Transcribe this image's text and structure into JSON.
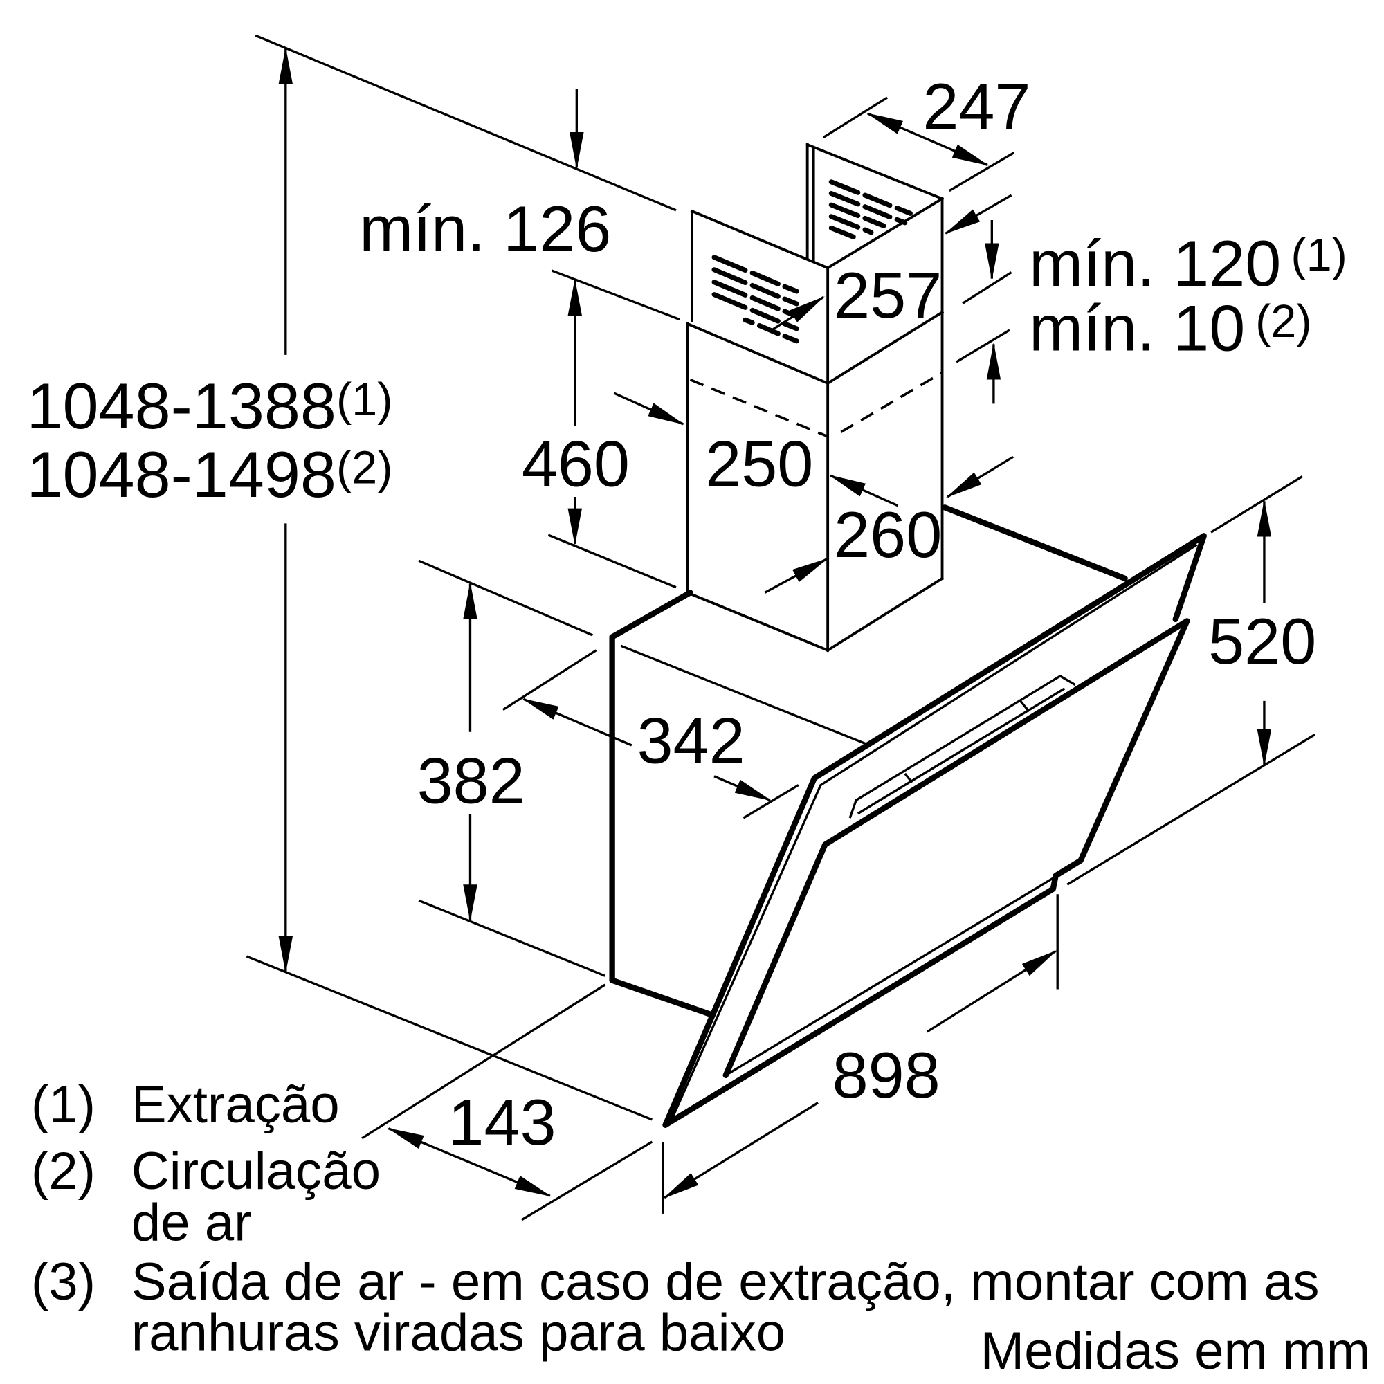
{
  "labels": {
    "dim_247": "247",
    "min_126": "mín. 126",
    "dim_257": "257",
    "min_120": "mín. 120",
    "min_120_ref": "(1)",
    "min_10": "mín. 10",
    "min_10_ref": "(2)",
    "height_extraction": "1048-1388",
    "height_extraction_ref": "(1)",
    "height_recirculation": "1048-1498",
    "height_recirculation_ref": "(2)",
    "dim_460": "460",
    "dim_250": "250",
    "dim_260": "260",
    "dim_520": "520",
    "dim_342": "342",
    "dim_382": "382",
    "dim_898": "898",
    "dim_143": "143"
  },
  "legend": [
    {
      "marker": "(1)",
      "lines": [
        "Extração"
      ]
    },
    {
      "marker": "(2)",
      "lines": [
        "Circulação",
        "de ar"
      ]
    },
    {
      "marker": "(3)",
      "lines": [
        "Saída de ar - em caso de extração, montar com as",
        "ranhuras viradas para baixo"
      ]
    }
  ],
  "units_note": "Medidas em mm"
}
